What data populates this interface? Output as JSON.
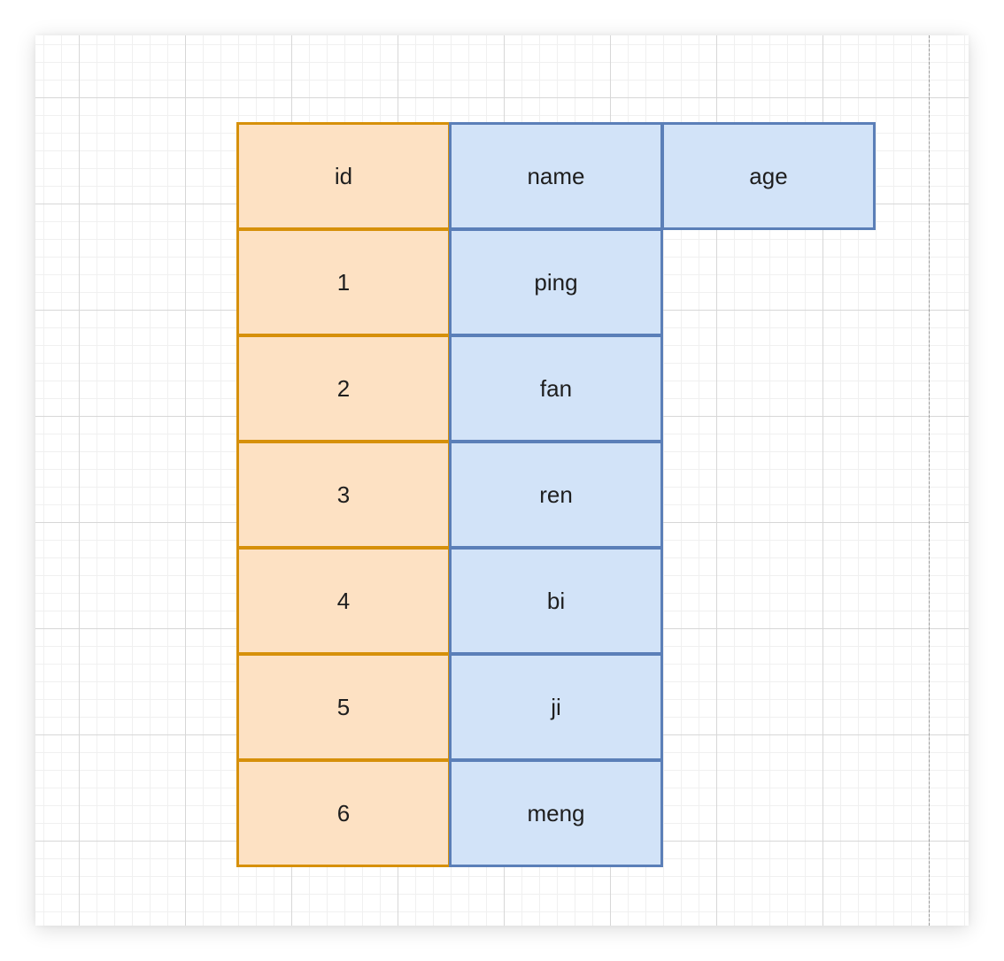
{
  "table": {
    "headers": {
      "id": "id",
      "name": "name",
      "age": "age"
    },
    "rows": [
      {
        "id": "1",
        "name": "ping"
      },
      {
        "id": "2",
        "name": "fan"
      },
      {
        "id": "3",
        "name": "ren"
      },
      {
        "id": "4",
        "name": "bi"
      },
      {
        "id": "5",
        "name": "ji"
      },
      {
        "id": "6",
        "name": "meng"
      }
    ]
  },
  "colors": {
    "id_fill": "#fde1c3",
    "id_border": "#d6900a",
    "data_fill": "#d2e3f8",
    "data_border": "#5b7fb8",
    "grid_major": "#d7d7d7",
    "grid_minor": "#f0f0f0"
  }
}
